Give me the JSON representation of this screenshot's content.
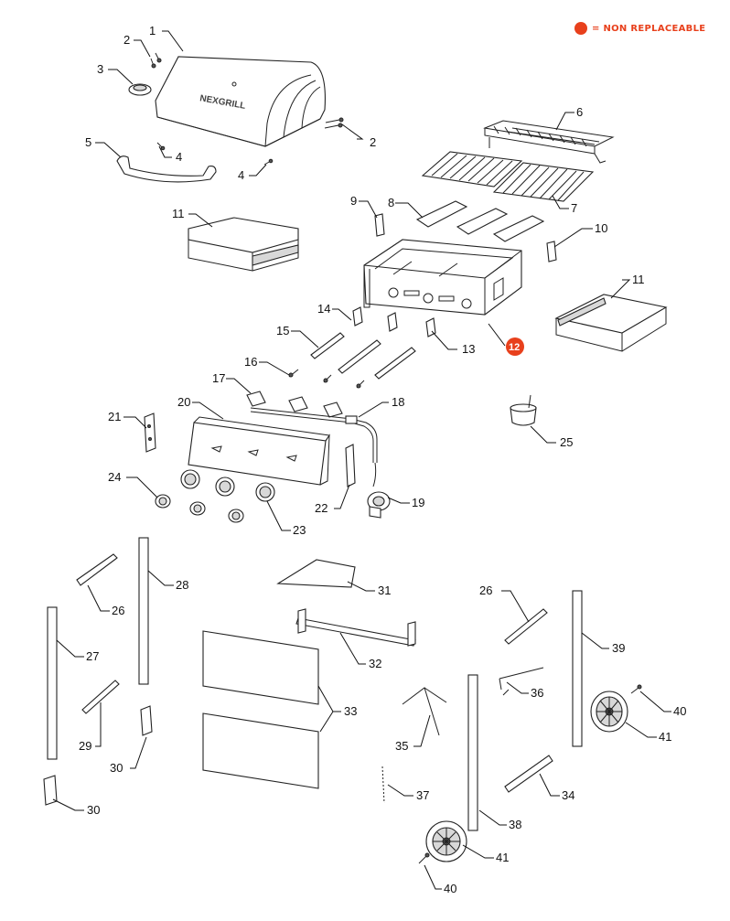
{
  "legend": {
    "label": "= NON REPLACEABLE",
    "color": "#e8401c"
  },
  "brand_logo_text": "NEXGRILL",
  "non_replaceable_part": "12",
  "callouts": [
    "1",
    "2",
    "2",
    "3",
    "4",
    "4",
    "5",
    "6",
    "7",
    "8",
    "9",
    "10",
    "11",
    "11",
    "12",
    "13",
    "14",
    "15",
    "16",
    "17",
    "18",
    "19",
    "20",
    "21",
    "22",
    "23",
    "24",
    "25",
    "26",
    "26",
    "27",
    "28",
    "29",
    "30",
    "30",
    "31",
    "32",
    "33",
    "34",
    "35",
    "36",
    "37",
    "38",
    "39",
    "40",
    "40",
    "41",
    "41"
  ]
}
